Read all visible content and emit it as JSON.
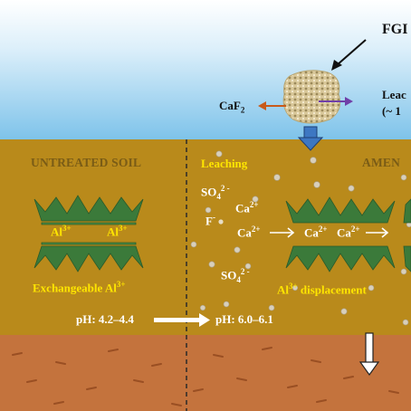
{
  "colors": {
    "sky_top": "#ffffff",
    "sky_bottom": "#7ec3ea",
    "topsoil": "#b98a1b",
    "subsoil": "#c4733d",
    "mineral_green": "#3b7a3a",
    "label_yellow": "#ffe600",
    "arrow_blue": "#3d77c2",
    "caf2_arrow": "#c85a1a",
    "leach_arrow": "#7040a8"
  },
  "top": {
    "fgd_label": "FGI",
    "leach_label_line1": "Leac",
    "leach_label_line2": "(~ 1",
    "caf2_prefix": "CaF",
    "caf2_sub": "2"
  },
  "left_panel": {
    "title": "UNTREATED SOIL",
    "al_ion_1": "Al",
    "al_ion_2": "Al",
    "al_charge": "3+",
    "caption_prefix": "Exchangeable Al",
    "caption_charge": "3+"
  },
  "right_panel": {
    "title_partial": "AMEN",
    "leaching_label": "Leaching",
    "ion_so4_1_base": "SO",
    "ion_so4_1_sub": "4",
    "ion_so4_1_charge": "2 -",
    "ion_f_base": "F",
    "ion_f_charge": "-",
    "ion_ca_charge": "2+",
    "ion_ca_1": "Ca",
    "ion_ca_2": "Ca",
    "ion_ca_3": "Ca",
    "ion_ca_4": "Ca",
    "ion_so4_2_base": "SO",
    "ion_so4_2_sub": "4",
    "ion_so4_2_charge": "2 -",
    "caption_prefix": "Al",
    "caption_charge": "3+",
    "caption_suffix": " displacement"
  },
  "ph": {
    "before": "pH: 4.2–4.4",
    "after": "pH: 6.0–6.1"
  }
}
